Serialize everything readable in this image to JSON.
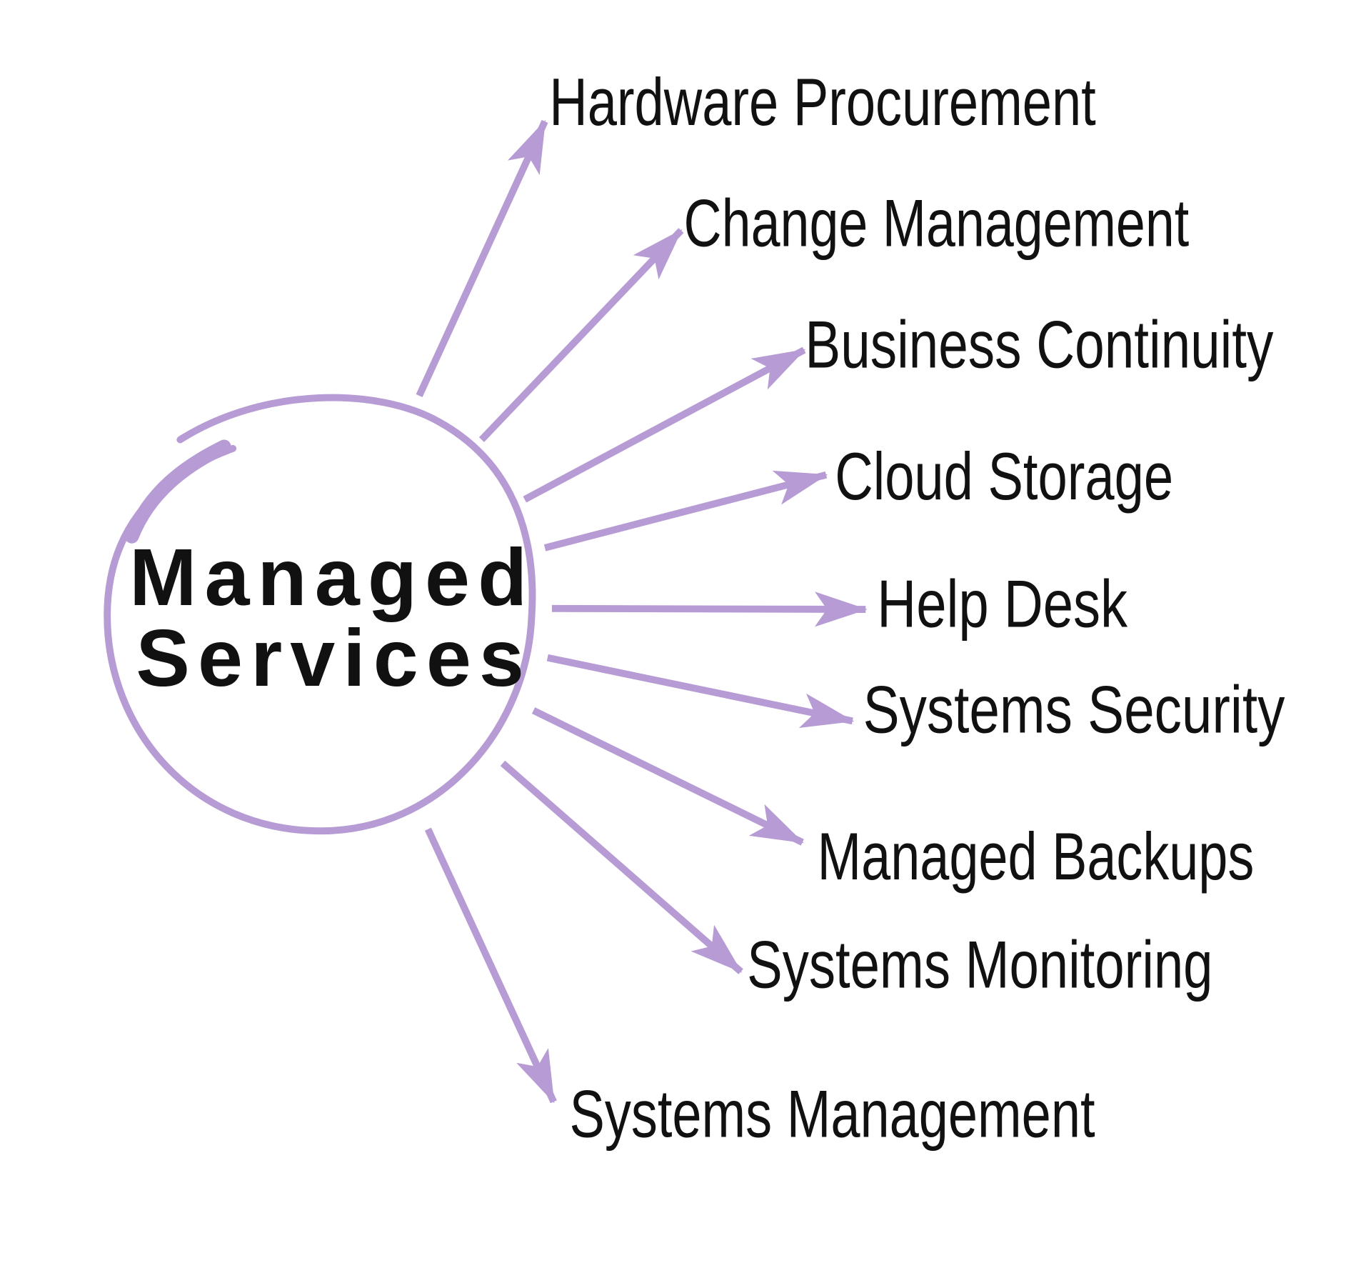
{
  "diagram": {
    "center": {
      "line1": "Managed",
      "line2": "Services"
    },
    "accent_color": "#B79BD4",
    "text_color": "#111111",
    "items": [
      {
        "label": "Hardware Procurement"
      },
      {
        "label": "Change Management"
      },
      {
        "label": "Business Continuity"
      },
      {
        "label": "Cloud Storage"
      },
      {
        "label": "Help Desk"
      },
      {
        "label": "Systems Security"
      },
      {
        "label": "Managed Backups"
      },
      {
        "label": "Systems Monitoring"
      },
      {
        "label": "Systems Management"
      }
    ]
  }
}
